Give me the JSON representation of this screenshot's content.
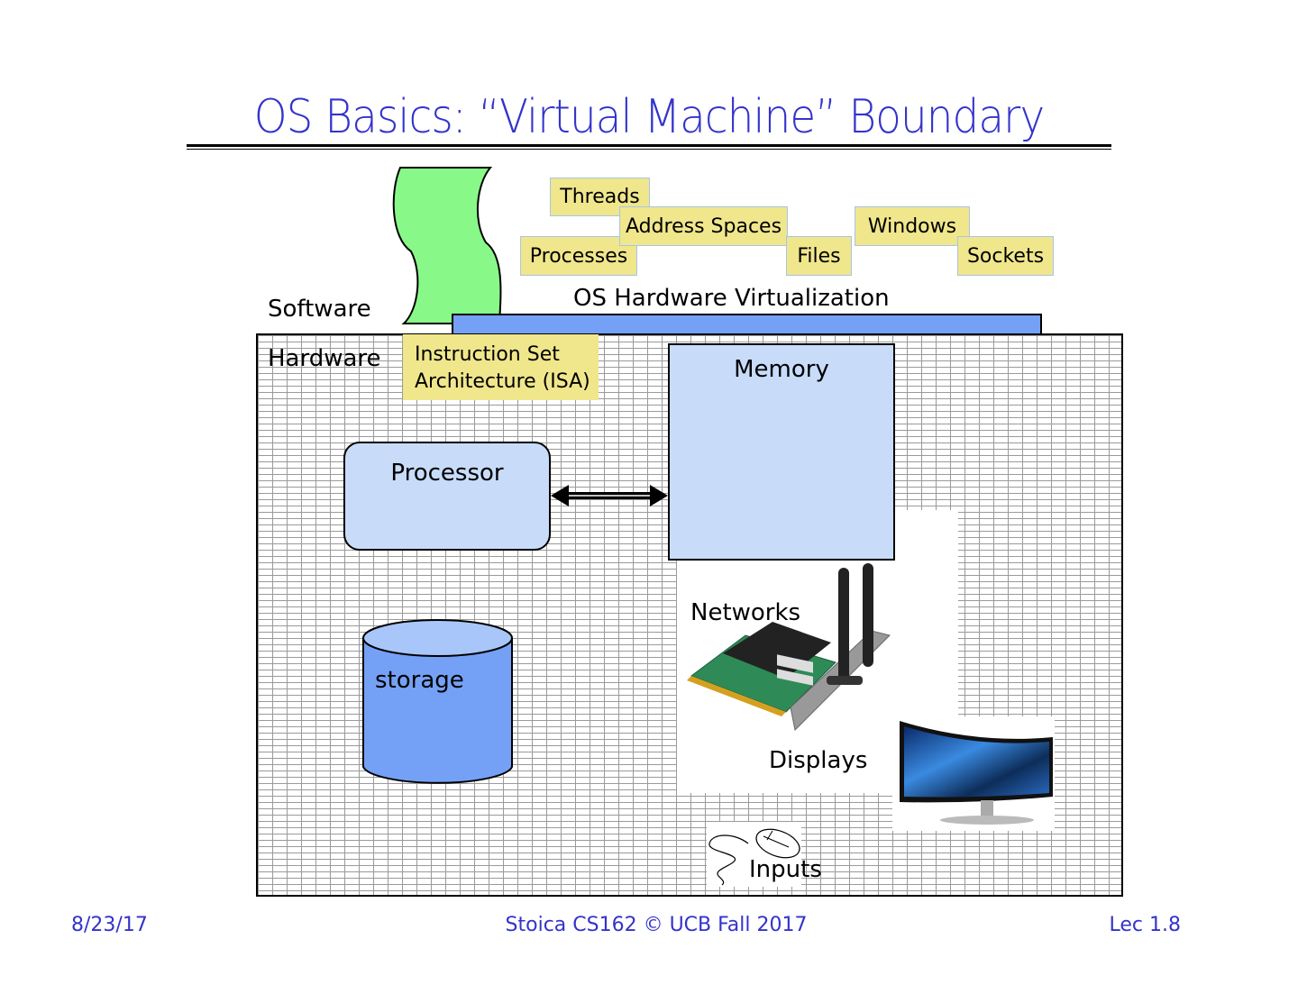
{
  "slide": {
    "title": "OS Basics: “Virtual Machine” Boundary",
    "software_label": "Software",
    "hardware_label": "Hardware",
    "virtualization_label": "OS Hardware Virtualization",
    "isa_label_line1": "Instruction Set",
    "isa_label_line2": "Architecture (ISA)",
    "abstractions": [
      {
        "label": "Threads"
      },
      {
        "label": "Address Spaces"
      },
      {
        "label": "Processes"
      },
      {
        "label": "Files"
      },
      {
        "label": "Windows"
      },
      {
        "label": "Sockets"
      }
    ],
    "hardware_components": {
      "memory": "Memory",
      "processor": "Processor",
      "storage": "storage",
      "networks": "Networks",
      "displays": "Displays",
      "inputs": "Inputs"
    },
    "colors": {
      "title_blue": "#3333cc",
      "tag_yellow": "#f0e68c",
      "software_green": "#88f888",
      "virt_bar_blue": "#74a1f5",
      "component_light_blue": "#c8dcfa",
      "storage_blue": "#74a1f5"
    }
  },
  "footer": {
    "date": "8/23/17",
    "course": "Stoica CS162 © UCB Fall 2017",
    "lecture": "Lec 1.8"
  }
}
